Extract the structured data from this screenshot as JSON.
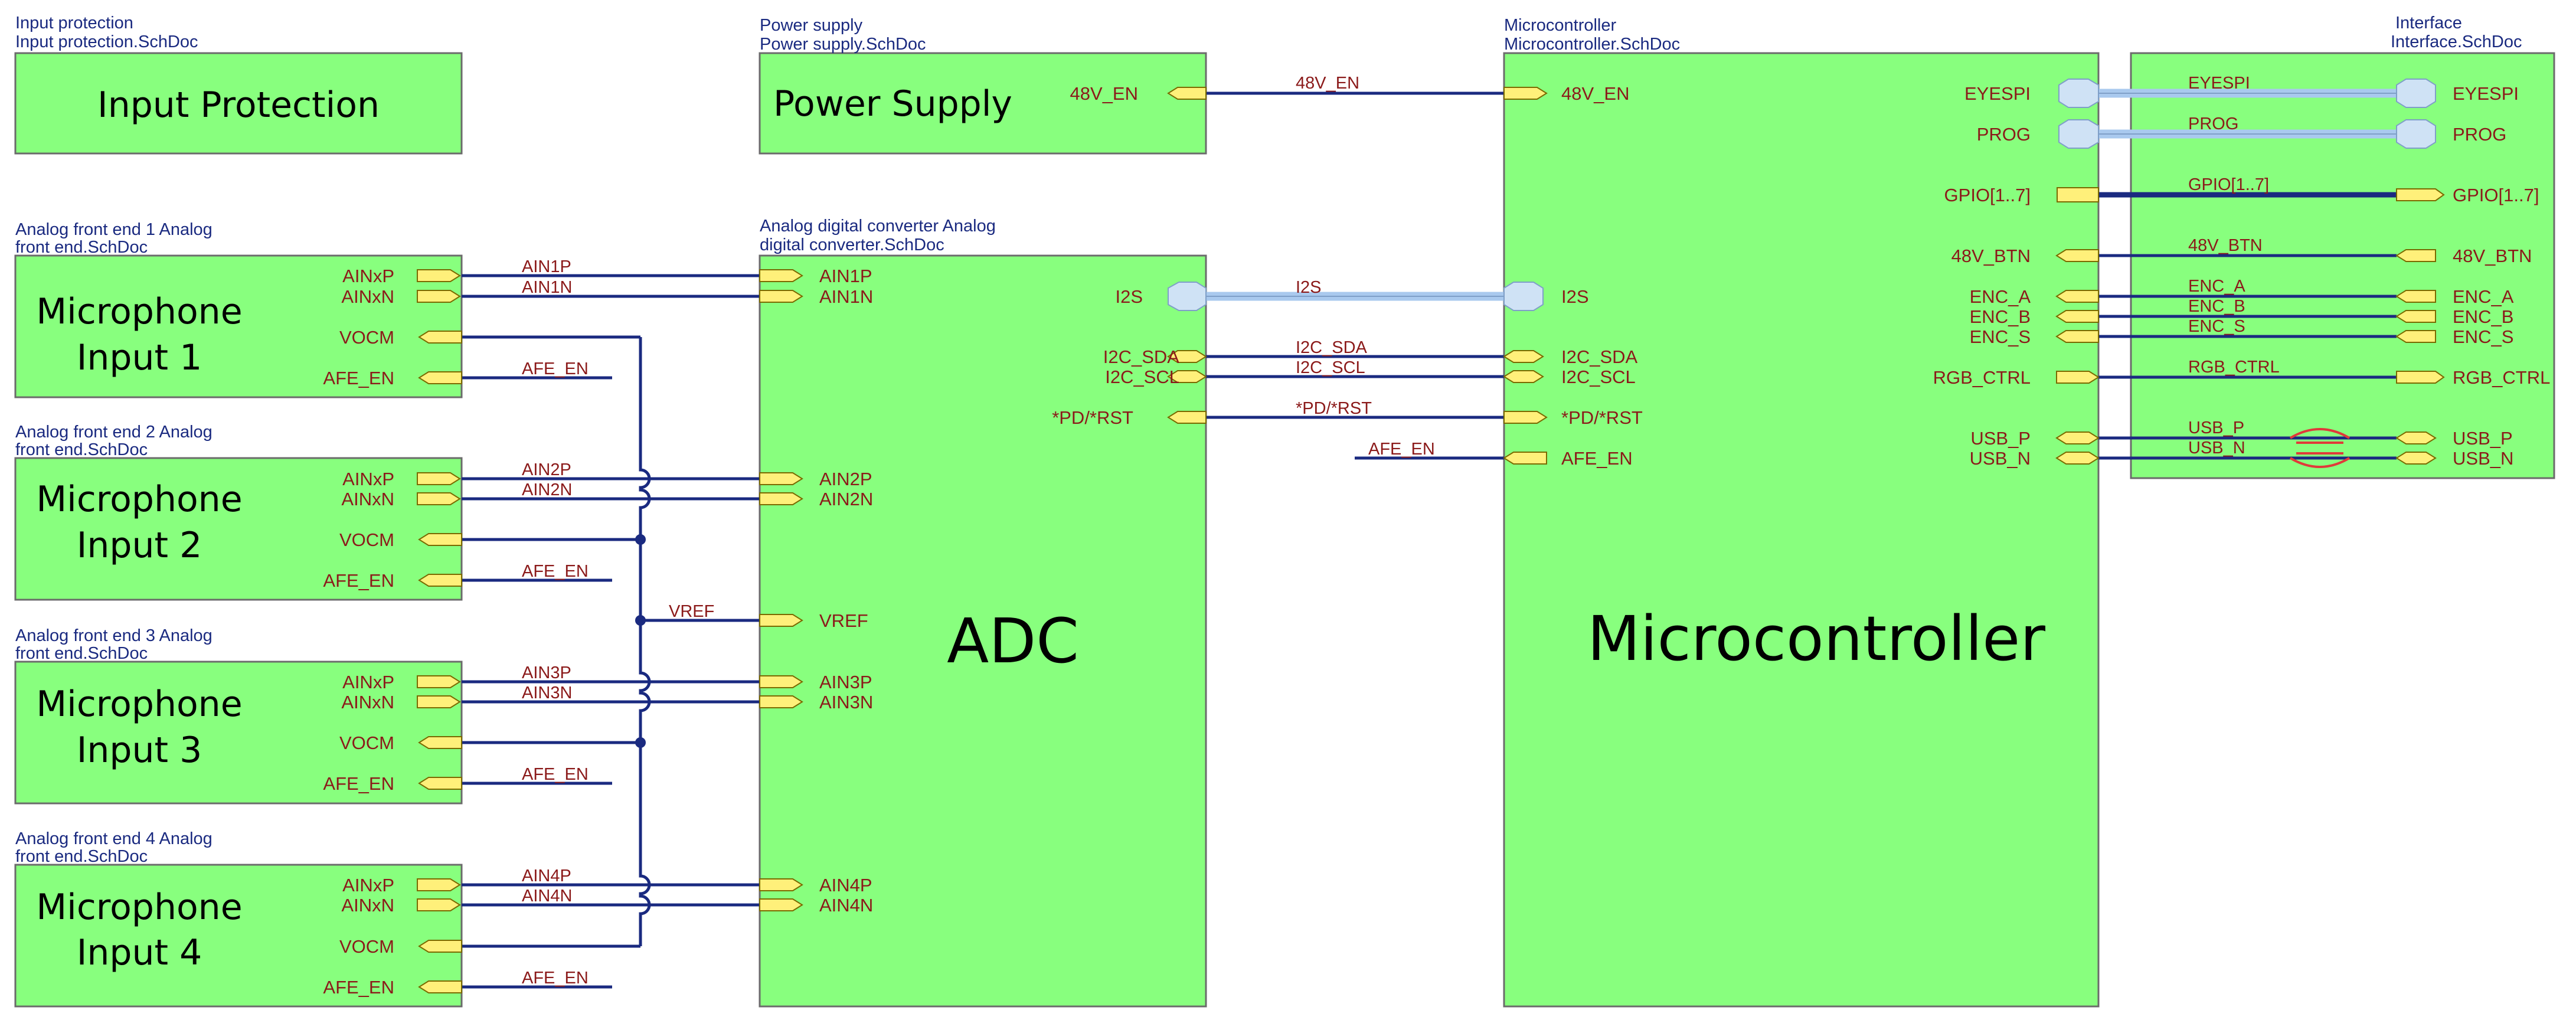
{
  "colors": {
    "block_fill": "#88ff7e",
    "block_border": "#6b6b6b",
    "port_fill": "#fff07a",
    "wire": "#1a2a80",
    "bus": "#a9c9ee",
    "label": "#8b1a1a",
    "header": "#1a2a80",
    "ferrite": "#e03a3a"
  },
  "sheets": {
    "input_protection": {
      "header1": "Input protection",
      "header2": "Input protection.SchDoc",
      "title": "Input Protection"
    },
    "power_supply": {
      "header1": "Power supply",
      "header2": "Power supply.SchDoc",
      "title": "Power Supply",
      "port_48v_en": "48V_EN"
    },
    "afe1": {
      "header1": "Analog front end 1 Analog",
      "header2": "front end.SchDoc",
      "title1": "Microphone",
      "title2": "Input 1"
    },
    "afe2": {
      "header1": "Analog front end 2 Analog",
      "header2": "front end.SchDoc",
      "title1": "Microphone",
      "title2": "Input 2"
    },
    "afe3": {
      "header1": "Analog front end 3 Analog",
      "header2": "front end.SchDoc",
      "title1": "Microphone",
      "title2": "Input 3"
    },
    "afe4": {
      "header1": "Analog front end 4 Analog",
      "header2": "front end.SchDoc",
      "title1": "Microphone",
      "title2": "Input 4"
    },
    "afe_ports": {
      "ainxp": "AINxP",
      "ainxn": "AINxN",
      "vocm": "VOCM",
      "afe_en": "AFE_EN"
    },
    "adc": {
      "header1": "Analog digital converter Analog",
      "header2": "digital converter.SchDoc",
      "title": "ADC",
      "ports": {
        "ain1p": "AIN1P",
        "ain1n": "AIN1N",
        "i2s": "I2S",
        "i2c_sda": "I2C_SDA",
        "i2c_scl": "I2C_SCL",
        "pd_rst": "*PD/*RST",
        "ain2p": "AIN2P",
        "ain2n": "AIN2N",
        "vref": "VREF",
        "ain3p": "AIN3P",
        "ain3n": "AIN3N",
        "ain4p": "AIN4P",
        "ain4n": "AIN4N"
      }
    },
    "mcu": {
      "header1": "Microcontroller",
      "header2": "Microcontroller.SchDoc",
      "title": "Microcontroller",
      "left_ports": {
        "v48_en": "48V_EN",
        "i2s": "I2S",
        "i2c_sda": "I2C_SDA",
        "i2c_scl": "I2C_SCL",
        "pd_rst": "*PD/*RST",
        "afe_en": "AFE_EN"
      },
      "right_ports": {
        "eyespi": "EYESPI",
        "prog": "PROG",
        "gpio": "GPIO[1..7]",
        "v48_btn": "48V_BTN",
        "enc_a": "ENC_A",
        "enc_b": "ENC_B",
        "enc_s": "ENC_S",
        "rgb_ctrl": "RGB_CTRL",
        "usb_p": "USB_P",
        "usb_n": "USB_N"
      }
    },
    "interface": {
      "header1": "Interface",
      "header2": "Interface.SchDoc",
      "ports": {
        "eyespi": "EYESPI",
        "prog": "PROG",
        "gpio": "GPIO[1..7]",
        "v48_btn": "48V_BTN",
        "enc_a": "ENC_A",
        "enc_b": "ENC_B",
        "enc_s": "ENC_S",
        "rgb_ctrl": "RGB_CTRL",
        "usb_p": "USB_P",
        "usb_n": "USB_N"
      }
    }
  },
  "nets": {
    "v48_en": "48V_EN",
    "ain1p": "AIN1P",
    "ain1n": "AIN1N",
    "ain2p": "AIN2P",
    "ain2n": "AIN2N",
    "ain3p": "AIN3P",
    "ain3n": "AIN3N",
    "ain4p": "AIN4P",
    "ain4n": "AIN4N",
    "afe_en": "AFE_EN",
    "vref": "VREF",
    "i2s": "I2S",
    "i2c_sda": "I2C_SDA",
    "i2c_scl": "I2C_SCL",
    "pd_rst": "*PD/*RST",
    "eyespi": "EYESPI",
    "prog": "PROG",
    "gpio": "GPIO[1..7]",
    "v48_btn": "48V_BTN",
    "enc_a": "ENC_A",
    "enc_b": "ENC_B",
    "enc_s": "ENC_S",
    "rgb_ctrl": "RGB_CTRL",
    "usb_p": "USB_P",
    "usb_n": "USB_N"
  }
}
